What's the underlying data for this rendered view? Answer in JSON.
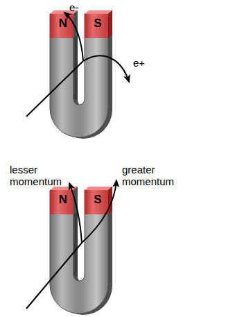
{
  "diagram": {
    "nodes": [
      {
        "text": [
          "N"
        ]
      },
      {
        "text": [
          "S"
        ]
      },
      {
        "text": [
          "N"
        ]
      },
      {
        "text": [
          "S"
        ]
      }
    ],
    "labels": [
      "e-",
      "e+",
      "lesser momentum",
      "greater momentum"
    ]
  }
}
